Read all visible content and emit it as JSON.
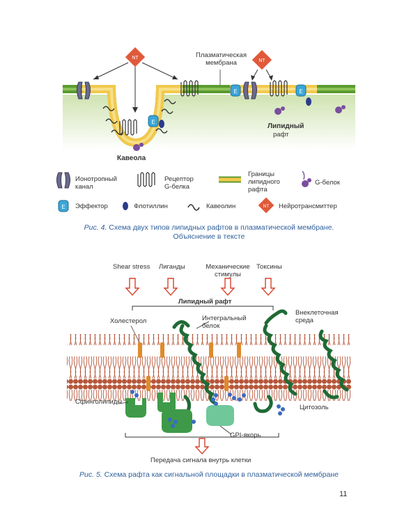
{
  "fig4": {
    "labels": {
      "membrane": "Плазматическая\nмембрана",
      "caveola": "Кавеола",
      "raft_title": "Липидный",
      "raft_sub": "рафт",
      "nt": "NT",
      "e": "E"
    },
    "legend": {
      "ion_channel": "Ионотропный\nканал",
      "gpcr": "Рецептор\nG-белка",
      "raft_border": "Границы\nлипидного\nрафта",
      "g_protein": "G-белок",
      "effector": "Эффектор",
      "flotillin": "Флотиллин",
      "caveolin": "Кавеолин",
      "neurotransmitter": "Нейротрансмиттер"
    },
    "caption_num": "Рис. 4.",
    "caption_text": " Схема двух типов липидных рафтов в плазматической мембране.",
    "caption_line2": "Объяснение в тексте"
  },
  "fig5": {
    "stimuli": [
      "Shear stress",
      "Лиганды",
      "Механические\nстимулы",
      "Токсины"
    ],
    "raft_label": "Липидный рафт",
    "cholesterol": "Холестерол",
    "integral_protein": "Интегральный\nбелок",
    "extracellular": "Внеклеточная\nсреда",
    "sphingolipids": "Сфинголипиды",
    "cytosol": "Цитозоль",
    "gpi": "GPI-якорь",
    "signal": "Передача сигнала внутрь клетки",
    "caption_num": "Рис. 5.",
    "caption_text": " Схема рафта как сигнальной площадки в плазматической мембране"
  },
  "page_number": "11",
  "colors": {
    "membrane_green": "#5c9a2e",
    "raft_yellow": "#f2c94c",
    "nt_red": "#e05a3a",
    "effector_blue": "#3aa6d8",
    "gprotein_purple": "#7a4e9e",
    "lipid_brown": "#b6573a",
    "protein_green": "#2f8a3a",
    "arrow_red": "#d9402b",
    "caption_blue": "#2e5f9a"
  }
}
